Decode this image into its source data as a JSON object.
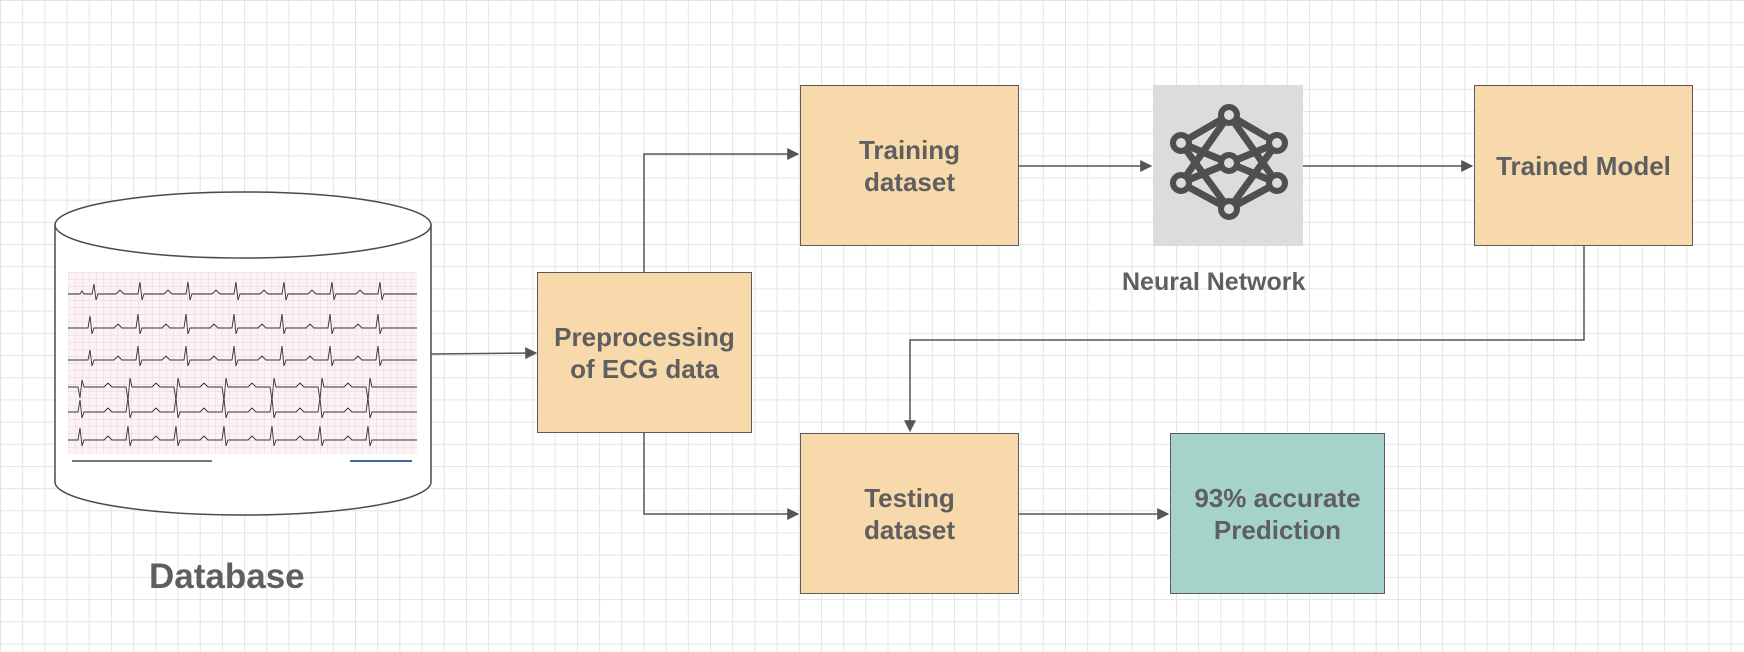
{
  "diagram": {
    "database": {
      "label": "Database",
      "icon": "ecg-strip-image"
    },
    "preprocessing": {
      "label": "Preprocessing\n of ECG data"
    },
    "training": {
      "label": "Training\n dataset"
    },
    "testing": {
      "label": "Testing\n dataset"
    },
    "neural_network": {
      "label": "Neural Network",
      "icon": "neural-network-icon"
    },
    "trained_model": {
      "label": "Trained Model"
    },
    "prediction": {
      "label": "93% accurate\n Prediction"
    },
    "colors": {
      "box_fill": "#f8d9ab",
      "result_fill": "#a5d3c9",
      "icon_bg": "#dcdcdd",
      "text": "#5f5f5f",
      "stroke": "#5a5a5a"
    }
  }
}
